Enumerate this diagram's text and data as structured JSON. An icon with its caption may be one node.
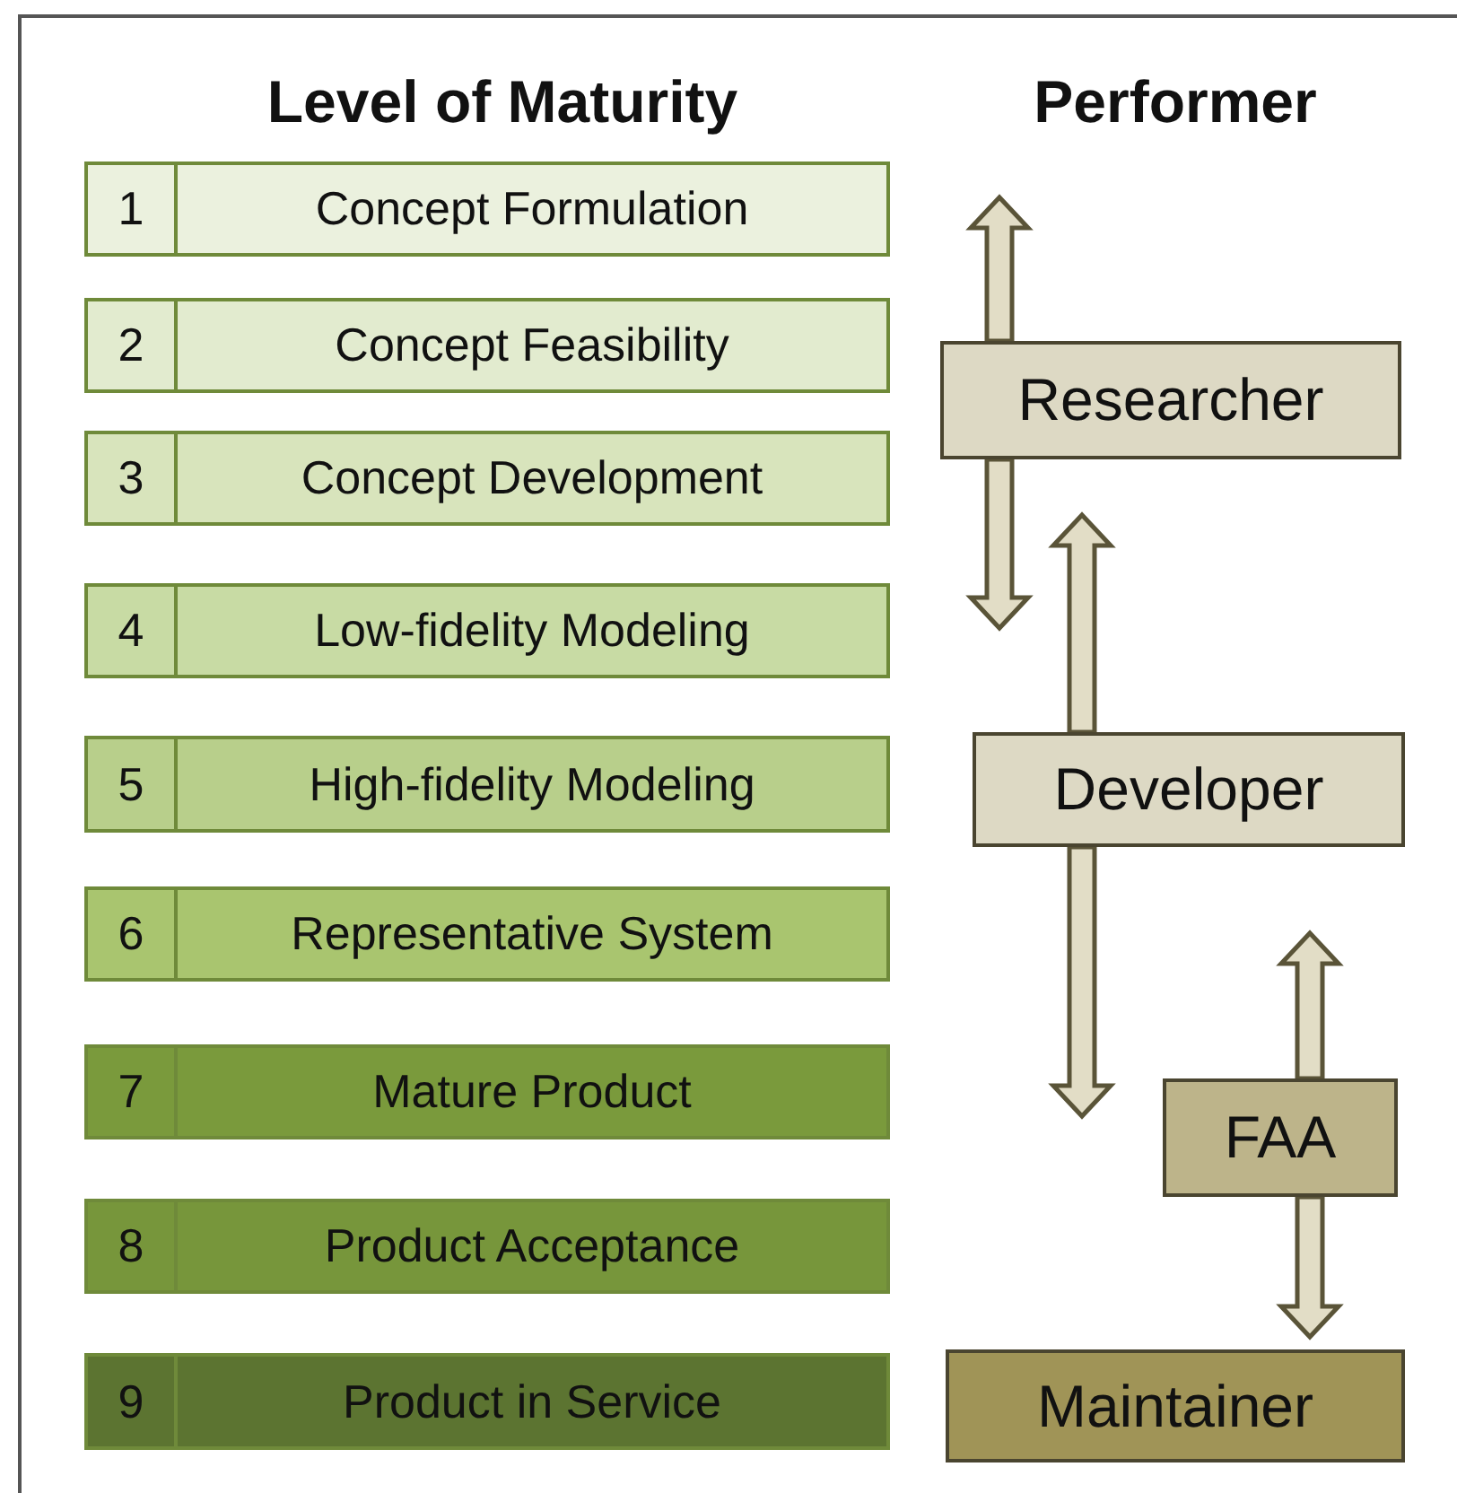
{
  "diagram": {
    "nodes": [
      {
        "text": [
          "1",
          "Concept Formulation"
        ]
      },
      {
        "text": [
          "2",
          "Concept Feasibility"
        ]
      },
      {
        "text": [
          "3",
          "Concept Development"
        ]
      },
      {
        "text": [
          "4",
          "Low-fidelity Modeling"
        ]
      },
      {
        "text": [
          "5",
          "High-fidelity Modeling"
        ]
      },
      {
        "text": [
          "6",
          "Representative System"
        ]
      },
      {
        "text": [
          "7",
          "Mature Product"
        ]
      },
      {
        "text": [
          "8",
          "Product Acceptance"
        ]
      },
      {
        "text": [
          "9",
          "Product in Service"
        ]
      },
      {
        "text": [
          "Researcher"
        ]
      },
      {
        "text": [
          "Developer"
        ]
      },
      {
        "text": [
          "FAA"
        ]
      },
      {
        "text": [
          "Maintainer"
        ]
      }
    ],
    "edges": [
      {
        "from": 9,
        "to": null,
        "arrow": "to"
      },
      {
        "from": 9,
        "to": null,
        "arrow": "to"
      },
      {
        "from": 10,
        "to": null,
        "arrow": "to"
      },
      {
        "from": 10,
        "to": null,
        "arrow": "to"
      },
      {
        "from": 11,
        "to": null,
        "arrow": "to"
      },
      {
        "from": 11,
        "to": 12,
        "arrow": "to"
      }
    ],
    "labels": [
      "Level of Maturity",
      "Performer"
    ]
  }
}
